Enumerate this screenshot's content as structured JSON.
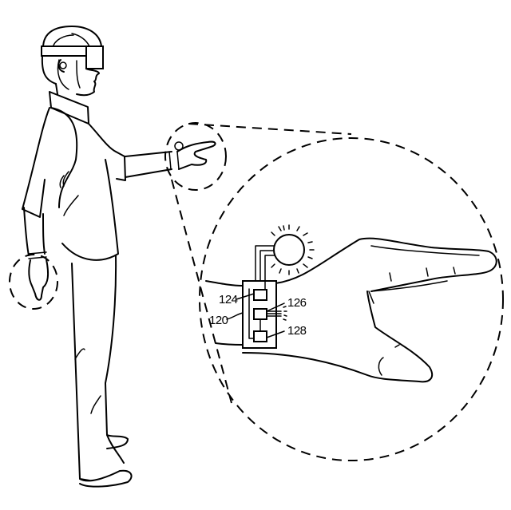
{
  "figure": {
    "description": "Person wearing head-mounted display, pointing with right hand; wrist-worn device with light source shown in magnified callout",
    "colors": {
      "line": "#000000",
      "background": "#ffffff"
    },
    "reference_numerals": {
      "device": "120",
      "component_top": "124",
      "component_middle": "126",
      "component_bottom": "128"
    },
    "elements": [
      {
        "id": "person",
        "label": "user-figure"
      },
      {
        "id": "hmd",
        "label": "head-mounted-display"
      },
      {
        "id": "right-hand-callout",
        "label": "small dashed circle around raised hand"
      },
      {
        "id": "left-hand-callout",
        "label": "small dashed circle around lowered hand"
      },
      {
        "id": "magnified-view",
        "label": "large dashed circle detail view"
      },
      {
        "id": "light-source",
        "label": "sun-like emitter on wristband"
      },
      {
        "id": "wrist-device",
        "label": "wristband with three component boxes"
      }
    ]
  }
}
